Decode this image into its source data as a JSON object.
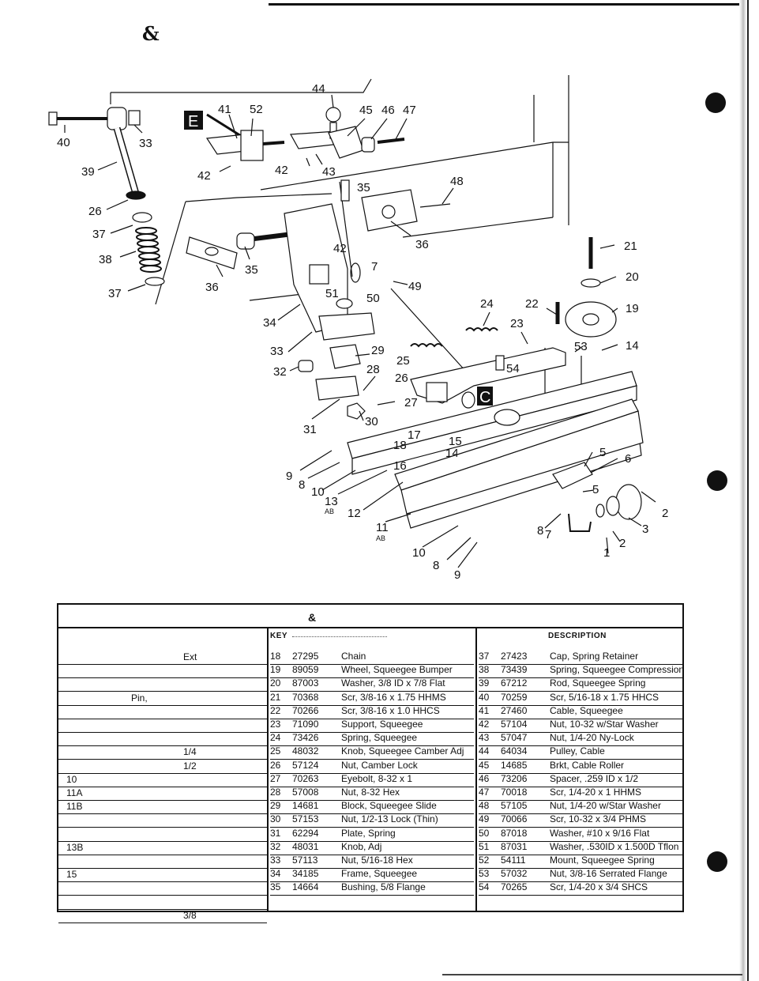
{
  "header": {
    "ampersand": "&"
  },
  "diagram": {
    "labels": [
      "44",
      "41",
      "52",
      "45",
      "46",
      "47",
      "40",
      "33",
      "39",
      "26",
      "37",
      "38",
      "37",
      "42",
      "42",
      "43",
      "35",
      "48",
      "36",
      "35",
      "36",
      "21",
      "20",
      "42",
      "7",
      "49",
      "51",
      "50",
      "34",
      "24",
      "22",
      "19",
      "23",
      "53",
      "14",
      "33",
      "29",
      "25",
      "32",
      "28",
      "26",
      "54",
      "27",
      "30",
      "31",
      "17",
      "15",
      "18",
      "14",
      "16",
      "9",
      "8",
      "10",
      "13",
      "12",
      "11",
      "10",
      "8",
      "9",
      "5",
      "6",
      "5",
      "8",
      "7",
      "2",
      "3",
      "2",
      "1"
    ],
    "sub_labels": [
      "AB",
      "AB"
    ],
    "callouts": [
      "E",
      "C"
    ]
  },
  "table": {
    "title_amp": "&",
    "left_rows": [
      {
        "text": "Ext",
        "indent": "far"
      },
      {
        "text": "",
        "indent": "none"
      },
      {
        "text": "",
        "indent": "none"
      },
      {
        "text": "Pin,",
        "indent": "mid"
      },
      {
        "text": "",
        "indent": "none"
      },
      {
        "text": "",
        "indent": "none"
      },
      {
        "text": "",
        "indent": "none"
      },
      {
        "text": "1/4",
        "indent": "far"
      },
      {
        "text": "1/2",
        "indent": "far"
      },
      {
        "text": "10",
        "indent": "key"
      },
      {
        "text": "11A",
        "indent": "key"
      },
      {
        "text": "11B",
        "indent": "key"
      },
      {
        "text": "",
        "indent": "none"
      },
      {
        "text": "",
        "indent": "none"
      },
      {
        "text": "13B",
        "indent": "key"
      },
      {
        "text": "",
        "indent": "none"
      },
      {
        "text": "15",
        "indent": "key"
      },
      {
        "text": "",
        "indent": "none"
      },
      {
        "text": "",
        "indent": "none"
      },
      {
        "text": "3/8",
        "indent": "far"
      }
    ],
    "mid_header": "KEY",
    "right_header": "DESCRIPTION",
    "mid_rows": [
      {
        "key": "18",
        "part": "27295",
        "desc": "Chain"
      },
      {
        "key": "19",
        "part": "89059",
        "desc": "Wheel, Squeegee Bumper"
      },
      {
        "key": "20",
        "part": "87003",
        "desc": "Washer, 3/8 ID x 7/8 Flat"
      },
      {
        "key": "21",
        "part": "70368",
        "desc": "Scr, 3/8-16 x 1.75 HHMS"
      },
      {
        "key": "22",
        "part": "70266",
        "desc": "Scr, 3/8-16 x 1.0 HHCS"
      },
      {
        "key": "23",
        "part": "71090",
        "desc": "Support, Squeegee"
      },
      {
        "key": "24",
        "part": "73426",
        "desc": "Spring, Squeegee"
      },
      {
        "key": "25",
        "part": "48032",
        "desc": "Knob, Squeegee Camber Adj"
      },
      {
        "key": "26",
        "part": "57124",
        "desc": "Nut, Camber Lock"
      },
      {
        "key": "27",
        "part": "70263",
        "desc": "Eyebolt, 8-32 x 1"
      },
      {
        "key": "28",
        "part": "57008",
        "desc": "Nut, 8-32 Hex"
      },
      {
        "key": "29",
        "part": "14681",
        "desc": "Block, Squeegee Slide"
      },
      {
        "key": "30",
        "part": "57153",
        "desc": "Nut, 1/2-13 Lock (Thin)"
      },
      {
        "key": "31",
        "part": "62294",
        "desc": "Plate, Spring"
      },
      {
        "key": "32",
        "part": "48031",
        "desc": "Knob, Adj"
      },
      {
        "key": "33",
        "part": "57113",
        "desc": "Nut, 5/16-18 Hex"
      },
      {
        "key": "34",
        "part": "34185",
        "desc": "Frame, Squeegee"
      },
      {
        "key": "35",
        "part": "14664",
        "desc": "Bushing, 5/8 Flange"
      }
    ],
    "right_rows": [
      {
        "key": "37",
        "part": "27423",
        "desc": "Cap, Spring Retainer"
      },
      {
        "key": "38",
        "part": "73439",
        "desc": "Spring, Squeegee Compression"
      },
      {
        "key": "39",
        "part": "67212",
        "desc": "Rod, Squeegee Spring"
      },
      {
        "key": "40",
        "part": "70259",
        "desc": "Scr, 5/16-18 x 1.75 HHCS"
      },
      {
        "key": "41",
        "part": "27460",
        "desc": "Cable, Squeegee"
      },
      {
        "key": "42",
        "part": "57104",
        "desc": "Nut, 10-32 w/Star Washer"
      },
      {
        "key": "43",
        "part": "57047",
        "desc": "Nut, 1/4-20 Ny-Lock"
      },
      {
        "key": "44",
        "part": "64034",
        "desc": "Pulley, Cable"
      },
      {
        "key": "45",
        "part": "14685",
        "desc": "Brkt, Cable Roller"
      },
      {
        "key": "46",
        "part": "73206",
        "desc": "Spacer, .259 ID x 1/2"
      },
      {
        "key": "47",
        "part": "70018",
        "desc": "Scr, 1/4-20 x 1 HHMS"
      },
      {
        "key": "48",
        "part": "57105",
        "desc": "Nut, 1/4-20 w/Star Washer"
      },
      {
        "key": "49",
        "part": "70066",
        "desc": "Scr, 10-32 x 3/4 PHMS"
      },
      {
        "key": "50",
        "part": "87018",
        "desc": "Washer, #10 x 9/16 Flat"
      },
      {
        "key": "51",
        "part": "87031",
        "desc": "Washer, .530ID x 1.500D Tflon"
      },
      {
        "key": "52",
        "part": "54111",
        "desc": "Mount, Squeegee Spring"
      },
      {
        "key": "53",
        "part": "57032",
        "desc": "Nut, 3/8-16 Serrated Flange"
      },
      {
        "key": "54",
        "part": "70265",
        "desc": "Scr, 1/4-20 x 3/4 SHCS"
      }
    ]
  }
}
